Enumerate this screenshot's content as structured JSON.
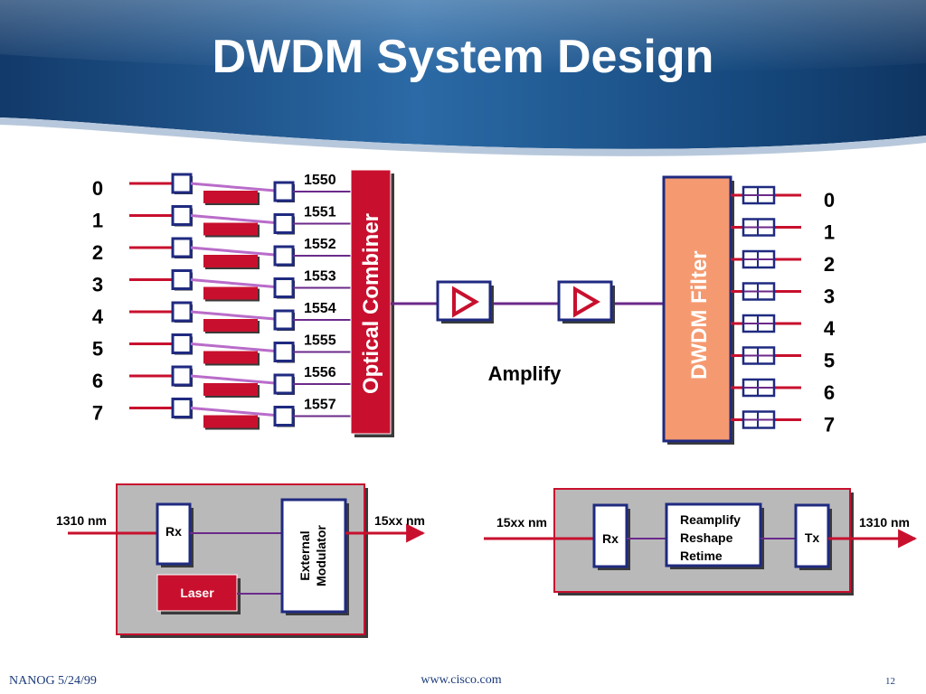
{
  "title": "DWDM System Design",
  "channels_left": [
    "0",
    "1",
    "2",
    "3",
    "4",
    "5",
    "6",
    "7"
  ],
  "wavelengths": [
    "1550",
    "1551",
    "1552",
    "1553",
    "1554",
    "1555",
    "1556",
    "1557"
  ],
  "channels_right": [
    "0",
    "1",
    "2",
    "3",
    "4",
    "5",
    "6",
    "7"
  ],
  "combiner_label": "Optical Combiner",
  "filter_label": "DWDM Filter",
  "amplify_label": "Amplify",
  "transponder": {
    "input": "1310 nm",
    "output": "15xx nm",
    "rx": "Rx",
    "laser": "Laser",
    "modulator_line1": "External",
    "modulator_line2": "Modulator"
  },
  "regenerator": {
    "input": "15xx nm",
    "output": "1310 nm",
    "rx": "Rx",
    "tx": "Tx",
    "r3_line1": "Reamplify",
    "r3_line2": "Reshape",
    "r3_line3": "Retime"
  },
  "footer": {
    "left": "NANOG 5/24/99",
    "center": "www.cisco.com",
    "right": "12"
  },
  "colors": {
    "banner": "#1f5a92",
    "navy": "#1f2a80",
    "red": "#c8102e",
    "orange": "#f59a70",
    "purple": "#7a3aa0",
    "gray": "#b9b9b9"
  }
}
